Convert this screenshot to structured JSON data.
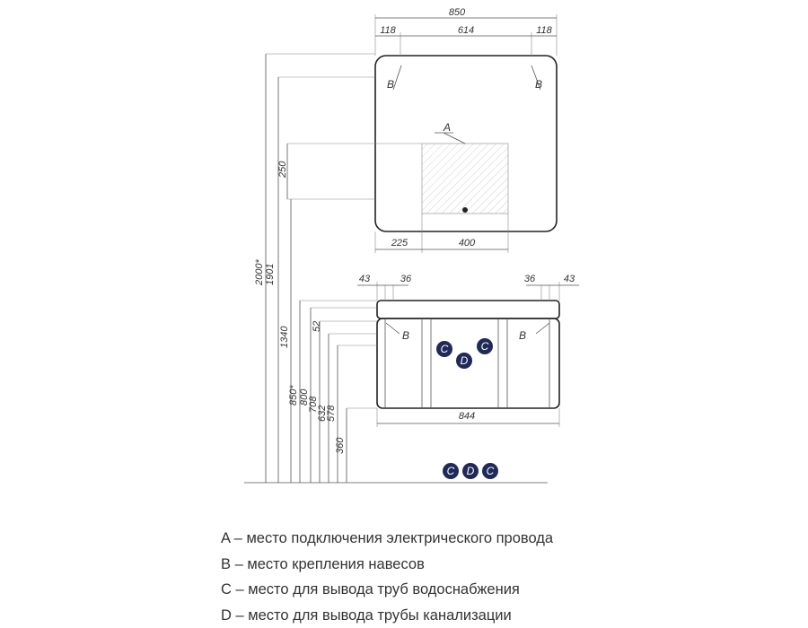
{
  "mirror": {
    "width_total": "850",
    "side_left": "118",
    "center": "614",
    "side_right": "118",
    "height_to_socket": "250",
    "offset_left": "225",
    "socket_width": "400",
    "label_a": "A",
    "label_b": "B"
  },
  "cabinet": {
    "left_outer": "43",
    "left_inner": "36",
    "right_inner": "36",
    "right_outer": "43",
    "width": "844",
    "top_offset": "52",
    "label_b": "B",
    "label_c": "C",
    "label_d": "D"
  },
  "heights": [
    "2000*",
    "1901",
    "1340",
    "850*",
    "800",
    "708",
    "632",
    "578",
    "360"
  ],
  "floor_markers": [
    "C",
    "D",
    "C"
  ],
  "legend": [
    "A – место подключения электрического провода",
    "B – место крепления навесов",
    "C – место для вывода труб водоснабжения",
    "D – место для вывода трубы канализации"
  ],
  "colors": {
    "marker": "#1f2a5a",
    "line": "#555555"
  }
}
